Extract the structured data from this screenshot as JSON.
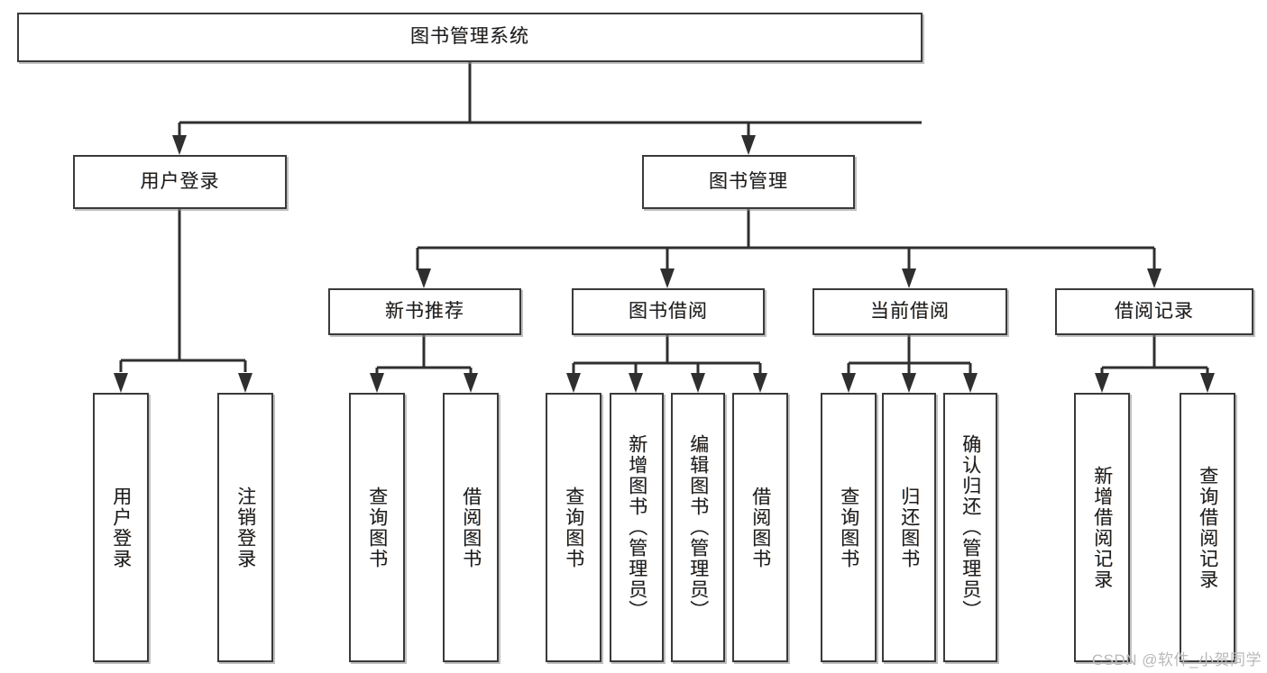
{
  "diagram": {
    "type": "tree",
    "title": "图书管理系统",
    "root": {
      "label": "图书管理系统"
    },
    "level2": [
      {
        "label": "用户登录"
      },
      {
        "label": "图书管理"
      }
    ],
    "level3": [
      {
        "label": "新书推荐"
      },
      {
        "label": "图书借阅"
      },
      {
        "label": "当前借阅"
      },
      {
        "label": "借阅记录"
      }
    ],
    "leaves": [
      {
        "label": "用户登录"
      },
      {
        "label": "注销登录"
      },
      {
        "label": "查询图书"
      },
      {
        "label": "借阅图书"
      },
      {
        "label": "查询图书"
      },
      {
        "label": "新增图书（管理员）"
      },
      {
        "label": "编辑图书（管理员）"
      },
      {
        "label": "借阅图书"
      },
      {
        "label": "查询图书"
      },
      {
        "label": "归还图书"
      },
      {
        "label": "确认归还（管理员）"
      },
      {
        "label": "新增借阅记录"
      },
      {
        "label": "查询借阅记录"
      }
    ]
  },
  "watermark": {
    "text": "CSDN @软件_小贺同学"
  },
  "colors": {
    "box_border": "#3a3a3a",
    "box_fill": "#ffffff",
    "connector": "#2f2f2f",
    "text": "#1d1d1d",
    "watermark": "#b9b9b9"
  }
}
